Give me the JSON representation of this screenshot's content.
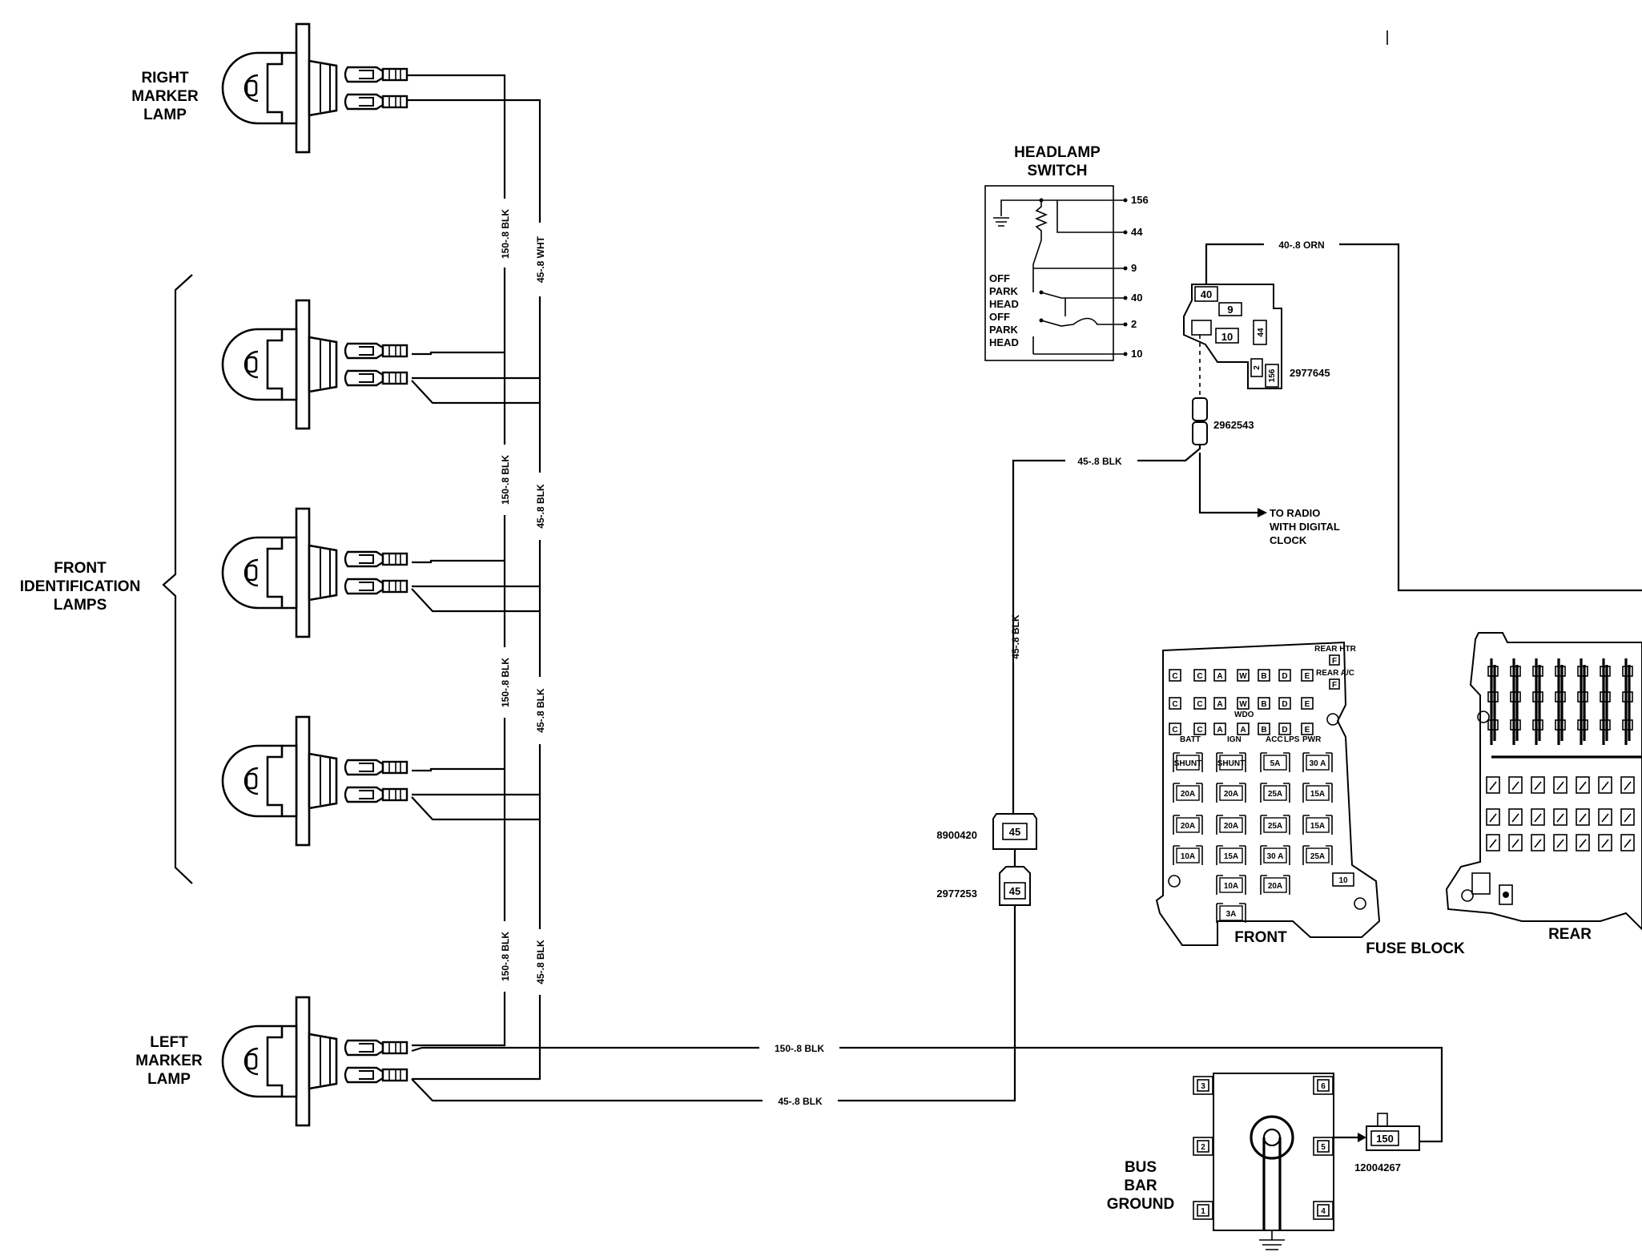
{
  "lamps": {
    "right_marker": [
      "RIGHT",
      "MARKER",
      "LAMP"
    ],
    "front_identification": [
      "FRONT",
      "IDENTIFICATION",
      "LAMPS"
    ],
    "left_marker": [
      "LEFT",
      "MARKER",
      "LAMP"
    ]
  },
  "wires": {
    "w150": "150-.8 BLK",
    "w45_wht": "45-.8 WHT",
    "w45_blk": "45-.8 BLK",
    "w40_orn": "40-.8 ORN"
  },
  "headlamp_switch": {
    "title": [
      "HEADLAMP",
      "SWITCH"
    ],
    "terminals": [
      "156",
      "44",
      "9",
      "40",
      "2",
      "10"
    ],
    "positions": [
      "OFF",
      "PARK",
      "HEAD",
      "OFF",
      "PARK",
      "HEAD"
    ]
  },
  "connectors": {
    "switch_connector": "2977645",
    "switch_cavities": [
      "40",
      "9",
      "10",
      "44",
      "2",
      "156"
    ],
    "inline_connector": "2962543",
    "to_radio": [
      "TO RADIO",
      "WITH DIGITAL",
      "CLOCK"
    ],
    "conn_8900420": "8900420",
    "conn_2977253": "2977253",
    "conn_cavity": "45",
    "bus_conn": "12004267",
    "bus_conn_cavity": "150"
  },
  "fuse_block": {
    "title": "FUSE BLOCK",
    "front": "FRONT",
    "rear": "REAR",
    "row_letters": [
      [
        "C",
        "C",
        "A",
        "W",
        "B",
        "D",
        "E"
      ],
      [
        "C",
        "C",
        "A",
        "W",
        "B",
        "D",
        "E"
      ],
      [
        "C",
        "C",
        "A",
        "A",
        "B",
        "D",
        "E"
      ]
    ],
    "fuses": [
      [
        "SHUNT",
        "SHUNT",
        "5A",
        "30 A"
      ],
      [
        "20A",
        "20A",
        "25A",
        "15A"
      ],
      [
        "20A",
        "20A",
        "25A",
        "15A"
      ],
      [
        "10A",
        "15A",
        "30 A",
        "25A"
      ],
      [
        "10A",
        "20A"
      ],
      [
        "3A"
      ]
    ],
    "small_labels": [
      "BATT",
      "IGN",
      "ACC",
      "LPS",
      "PWR",
      "REAR HTR",
      "REAR A/C",
      "WDO",
      "F",
      "F",
      "10"
    ]
  },
  "bus_bar": {
    "title": [
      "BUS",
      "BAR",
      "GROUND"
    ],
    "terminals": [
      "3",
      "6",
      "2",
      "5",
      "1",
      "4"
    ]
  }
}
